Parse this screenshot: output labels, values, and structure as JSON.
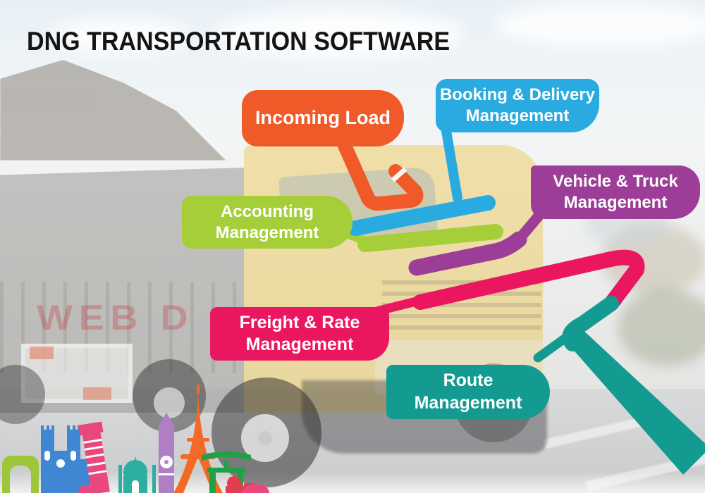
{
  "title": "DNG TRANSPORTATION SOFTWARE",
  "background_watermark": "WEB D",
  "callouts": {
    "incoming_load": {
      "label": "Incoming Load",
      "color": "#F05A28"
    },
    "booking_delivery": {
      "line1": "Booking & Delivery",
      "line2": "Management",
      "color": "#29ABE2"
    },
    "vehicle_truck": {
      "line1": "Vehicle & Truck",
      "line2": "Management",
      "color": "#9C3E97"
    },
    "accounting": {
      "line1": "Accounting",
      "line2": "Management",
      "color": "#A6CE39"
    },
    "freight_rate": {
      "line1": "Freight & Rate",
      "line2": "Management",
      "color": "#EA1760"
    },
    "route": {
      "line1": "Route",
      "line2": "Management",
      "color": "#139A91"
    }
  },
  "landmarks": [
    {
      "name": "arc-de-triomphe",
      "color": "#9DC63B"
    },
    {
      "name": "notre-dame",
      "color": "#3F87D2"
    },
    {
      "name": "leaning-tower-of-pisa",
      "color": "#E9487D"
    },
    {
      "name": "taj-mahal",
      "color": "#2EADA1"
    },
    {
      "name": "big-ben",
      "color": "#B07EC4"
    },
    {
      "name": "eiffel-tower",
      "color": "#F26A25"
    },
    {
      "name": "torii-gate",
      "color": "#21A048"
    },
    {
      "name": "red-mosque-dome",
      "color": "#E23E4F"
    },
    {
      "name": "pink-dome",
      "color": "#E9487D"
    }
  ]
}
